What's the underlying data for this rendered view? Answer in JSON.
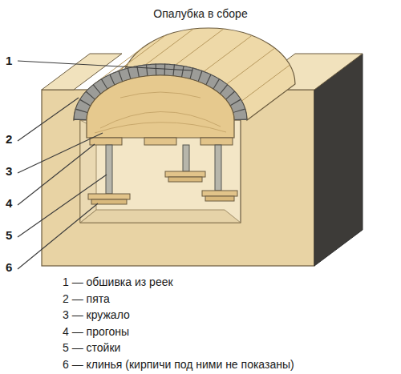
{
  "diagram": {
    "title": "Опалубка в сборе",
    "labels": [
      "1",
      "2",
      "3",
      "4",
      "5",
      "6",
      "1 — обшивка из реек",
      "2 — пята",
      "3 — кружало",
      "4 — прогоны",
      "5 — стойки",
      "6 — клинья (кирпичи под ними не показаны)"
    ]
  }
}
